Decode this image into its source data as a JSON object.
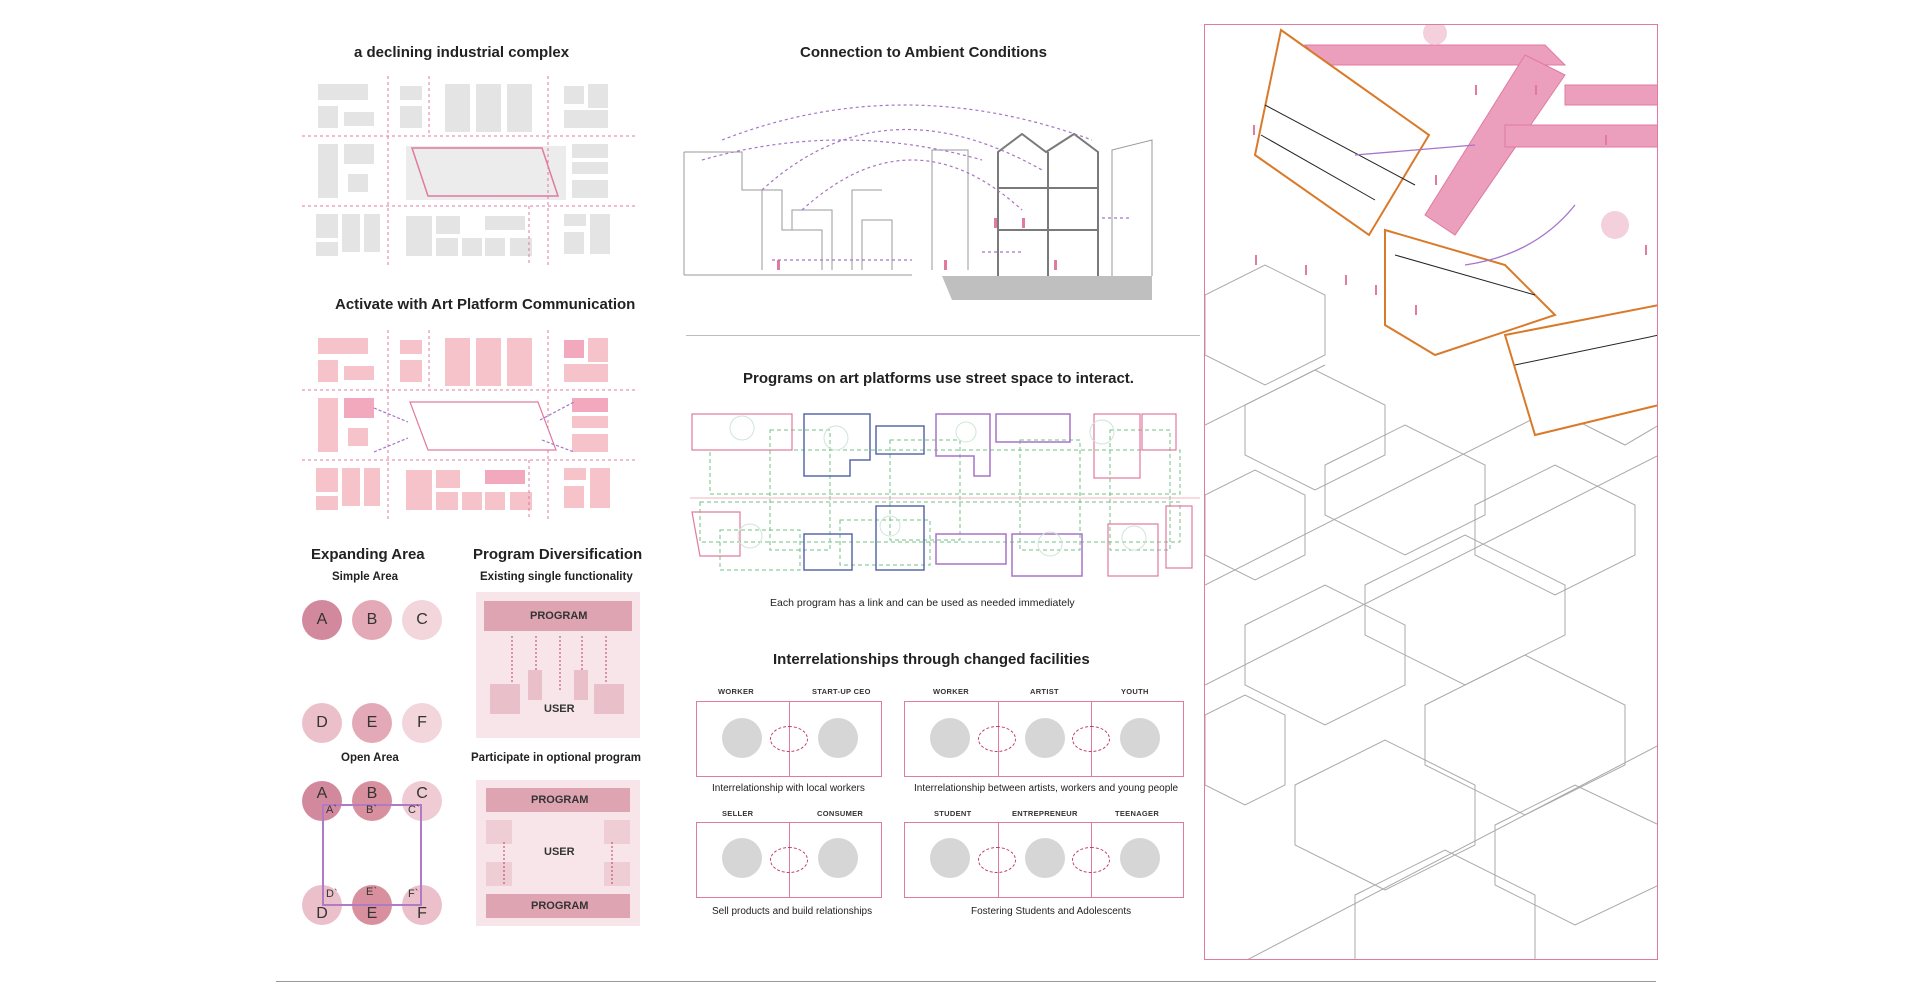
{
  "sections": {
    "industrial": {
      "title": "a declining industrial complex"
    },
    "activate": {
      "title": "Activate with Art Platform Communication"
    },
    "ambient": {
      "title": "Connection to Ambient Conditions"
    },
    "programs_street": {
      "title": "Programs on art platforms use street space to interact.",
      "caption": "Each program has a link and can be used as needed immediately"
    },
    "expanding": {
      "title": "Expanding Area",
      "simple_label": "Simple Area",
      "open_label": "Open Area",
      "simple_circles": [
        "A",
        "B",
        "C",
        "D",
        "E",
        "F"
      ],
      "open_circles": [
        "A",
        "B",
        "C",
        "D",
        "E",
        "F"
      ],
      "open_primes": [
        "A`",
        "B`",
        "C`",
        "D`",
        "E`",
        "F`"
      ]
    },
    "diversification": {
      "title": "Program Diversification",
      "existing_label": "Existing single functionality",
      "optional_label": "Participate in optional program",
      "program": "PROGRAM",
      "user": "USER"
    },
    "interrelationships": {
      "title": "Interrelationships through changed facilities",
      "panels": [
        {
          "roles": [
            "WORKER",
            "START-UP CEO"
          ],
          "caption": "Interrelationship with local workers"
        },
        {
          "roles": [
            "WORKER",
            "ARTIST",
            "YOUTH"
          ],
          "caption": "Interrelationship between artists, workers and young people"
        },
        {
          "roles": [
            "SELLER",
            "CONSUMER"
          ],
          "caption": "Sell products and build relationships"
        },
        {
          "roles": [
            "STUDENT",
            "ENTREPRENEUR",
            "TEENAGER"
          ],
          "caption": "Fostering Students and Adolescents"
        }
      ]
    }
  },
  "colors": {
    "pink": "#e07aa0",
    "pink_light": "#f5c6cf",
    "pink_mid": "#d88fa3",
    "purple": "#a774c7",
    "grey_block": "#e6e6e6",
    "orange": "#d97a2b",
    "green_dash": "#74c08a",
    "blue_box": "#5a6aa8"
  }
}
